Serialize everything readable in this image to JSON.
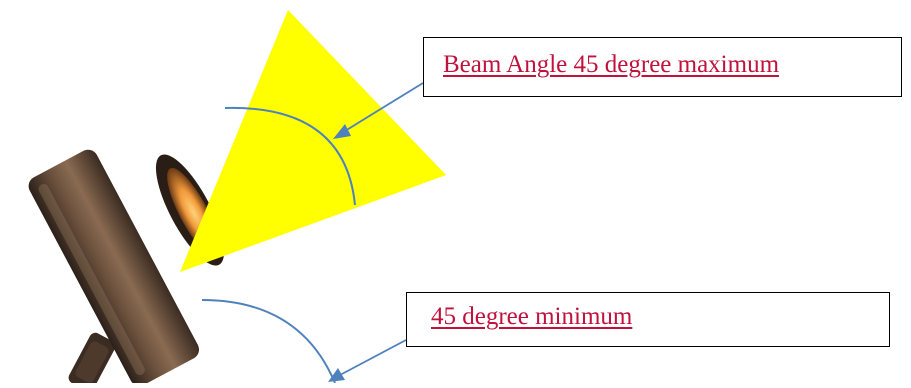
{
  "callouts": {
    "beam_angle_label": "Beam Angle 45 degree maximum",
    "minimum_label": "45 degree minimum"
  },
  "colors": {
    "beam": "#ffff00",
    "arc_and_arrows": "#4f81bd",
    "label_text": "#c0123c",
    "fixture_body": "#5a4433",
    "fixture_glow": "#f29a3a"
  },
  "icons": {
    "fixture": "landscape-spotlight-icon",
    "beam": "light-beam-cone"
  }
}
